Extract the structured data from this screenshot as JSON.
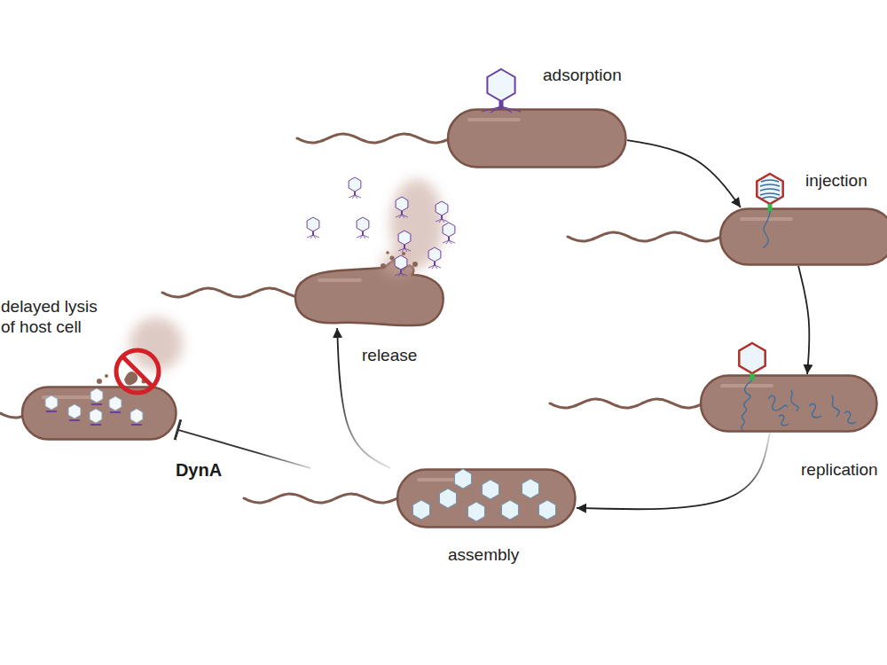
{
  "diagram": {
    "nodes": [
      {
        "text": [
          "adsorption"
        ]
      },
      {
        "text": [
          "injection"
        ]
      },
      {
        "text": [
          "replication"
        ]
      },
      {
        "text": [
          "assembly"
        ]
      },
      {
        "text": [
          "release"
        ]
      },
      {
        "text": [
          "delayed lysis of host cell"
        ]
      }
    ],
    "edges": [
      {
        "from": 0,
        "to": 1,
        "arrow": "to"
      },
      {
        "from": 1,
        "to": 2,
        "arrow": "to"
      },
      {
        "from": 2,
        "to": 3,
        "arrow": "to"
      },
      {
        "from": 3,
        "to": 4,
        "arrow": "to"
      },
      {
        "from": 3,
        "to": 5,
        "label": "DynA",
        "arrow": "to"
      }
    ]
  }
}
